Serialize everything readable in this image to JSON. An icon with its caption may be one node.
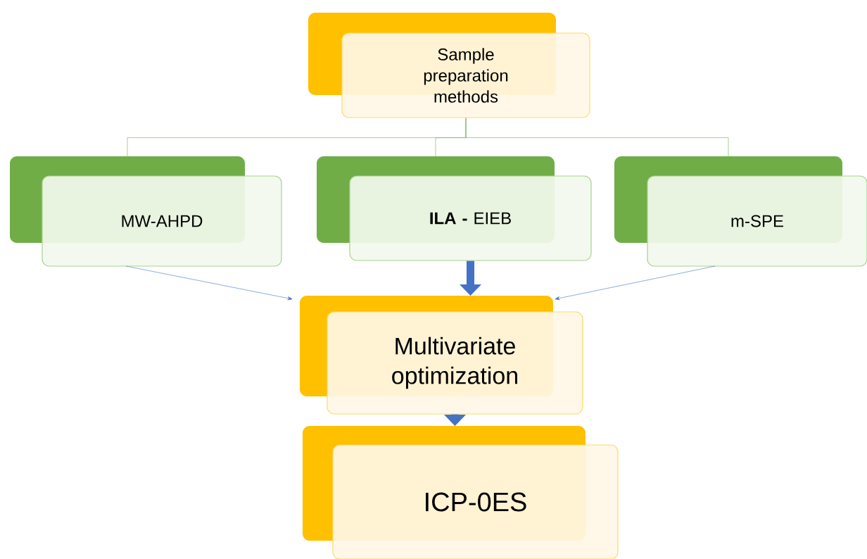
{
  "diagram": {
    "nodes": [
      {
        "text": [
          "Sample preparation methods"
        ]
      },
      {
        "text": [
          "MW-AHPD"
        ]
      },
      {
        "text": [
          "**ILA -** EIEB"
        ]
      },
      {
        "text": [
          "m-SPE"
        ]
      },
      {
        "text": [
          "Multivariate optimization"
        ]
      },
      {
        "text": [
          "ICP-0ES"
        ]
      }
    ],
    "edges": [
      {
        "from": 0,
        "to": 1,
        "arrow": "none",
        "color": "#70ad47"
      },
      {
        "from": 0,
        "to": 2,
        "arrow": "none",
        "color": "#70ad47"
      },
      {
        "from": 0,
        "to": 3,
        "arrow": "none",
        "color": "#70ad47"
      },
      {
        "from": 1,
        "to": 4,
        "arrow": "to"
      },
      {
        "from": 2,
        "to": 4,
        "arrow": "to",
        "style": "thick"
      },
      {
        "from": 3,
        "to": 4,
        "arrow": "to"
      },
      {
        "from": 4,
        "to": 5,
        "arrow": "to",
        "style": "thick"
      }
    ]
  }
}
